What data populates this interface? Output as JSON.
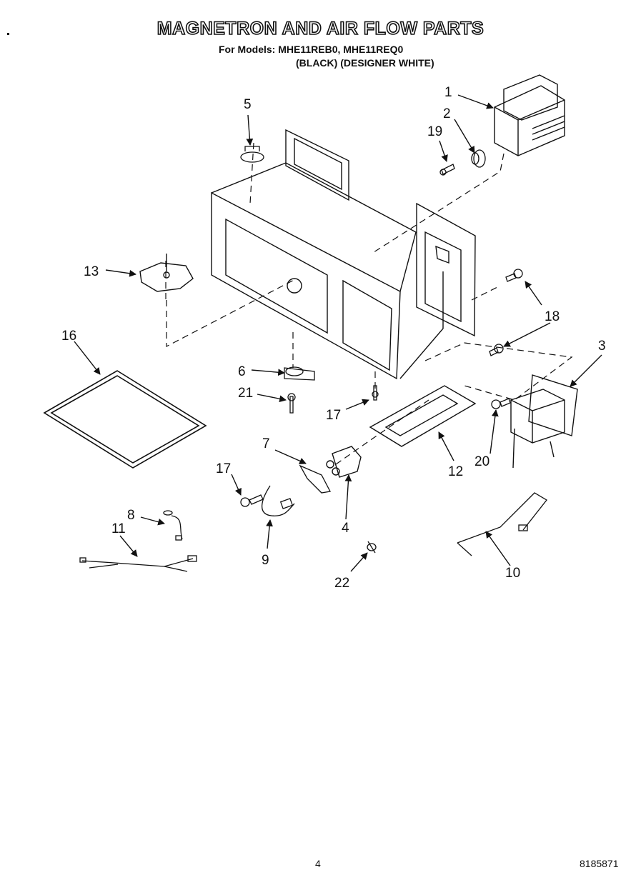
{
  "header": {
    "title": "MAGNETRON AND AIR FLOW PARTS",
    "models_line": "For Models: MHE11REB0, MHE11REQ0",
    "variants_line": "(BLACK) (DESIGNER WHITE)"
  },
  "callouts": [
    {
      "id": "1",
      "label": "1"
    },
    {
      "id": "2",
      "label": "2"
    },
    {
      "id": "3",
      "label": "3"
    },
    {
      "id": "4",
      "label": "4"
    },
    {
      "id": "5",
      "label": "5"
    },
    {
      "id": "6",
      "label": "6"
    },
    {
      "id": "7",
      "label": "7"
    },
    {
      "id": "8",
      "label": "8"
    },
    {
      "id": "9",
      "label": "9"
    },
    {
      "id": "10",
      "label": "10"
    },
    {
      "id": "11",
      "label": "11"
    },
    {
      "id": "12",
      "label": "12"
    },
    {
      "id": "13",
      "label": "13"
    },
    {
      "id": "16",
      "label": "16"
    },
    {
      "id": "17a",
      "label": "17"
    },
    {
      "id": "17b",
      "label": "17"
    },
    {
      "id": "18",
      "label": "18"
    },
    {
      "id": "19",
      "label": "19"
    },
    {
      "id": "20",
      "label": "20"
    },
    {
      "id": "21",
      "label": "21"
    },
    {
      "id": "22",
      "label": "22"
    }
  ],
  "footer": {
    "page_number": "4",
    "doc_number": "8185871"
  }
}
